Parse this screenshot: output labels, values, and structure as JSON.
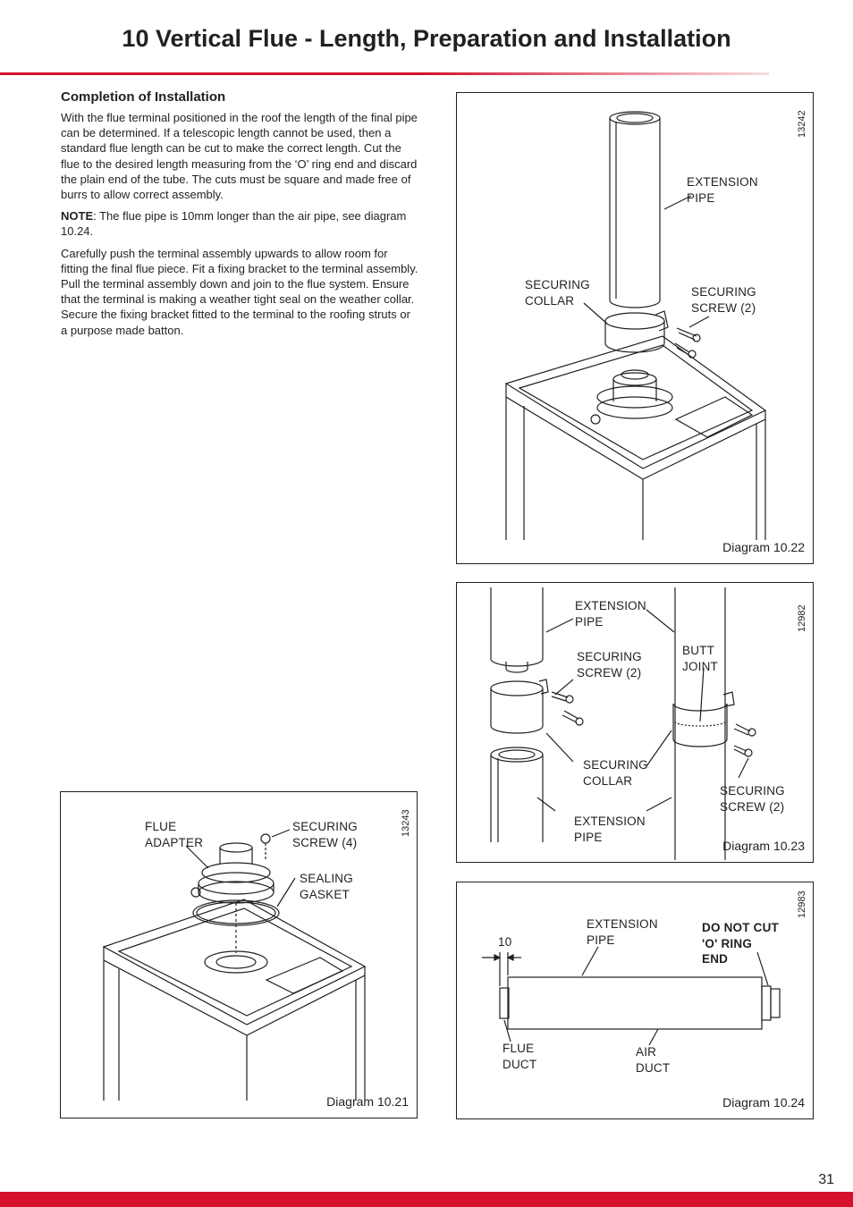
{
  "header": {
    "title": "10  Vertical Flue - Length, Preparation and Installation"
  },
  "section": {
    "heading": "Completion of Installation",
    "para1": "With the flue terminal positioned in the roof the length of the final pipe can be determined.  If a telescopic length cannot be used, then a standard flue length can be cut to make the correct length. Cut the flue to the desired length measuring from the ‘O’ ring end and discard the plain end of the tube. The cuts must be square and made free of burrs to allow correct assembly.",
    "note_label": "NOTE",
    "note_text": ": The flue pipe is 10mm longer than the air pipe, see diagram 10.24.",
    "para3": "Carefully push the terminal assembly upwards to allow room for fitting the final flue piece. Fit a fixing bracket to the terminal assembly. Pull the terminal assembly down and join to the flue system. Ensure that the terminal is making a weather tight seal on the weather collar. Secure the fixing bracket fitted to the terminal to the roofing struts or a purpose made batton."
  },
  "diagrams": {
    "d1022": {
      "caption": "Diagram 10.22",
      "ref": "13242",
      "labels": {
        "extension_pipe": "EXTENSION\nPIPE",
        "securing_collar": "SECURING\nCOLLAR",
        "securing_screw": "SECURING\nSCREW (2)"
      }
    },
    "d1023": {
      "caption": "Diagram 10.23",
      "ref": "12982",
      "labels": {
        "extension_pipe_top": "EXTENSION\nPIPE",
        "securing_screw_left": "SECURING\nSCREW (2)",
        "butt_joint": "BUTT\nJOINT",
        "securing_collar": "SECURING\nCOLLAR",
        "securing_screw_right": "SECURING\nSCREW (2)",
        "extension_pipe_bottom": "EXTENSION\nPIPE"
      }
    },
    "d1021": {
      "caption": "Diagram 10.21",
      "ref": "13243",
      "labels": {
        "flue_adapter": "FLUE\nADAPTER",
        "securing_screw": "SECURING\nSCREW (4)",
        "sealing_gasket": "SEALING\nGASKET"
      }
    },
    "d1024": {
      "caption": "Diagram 10.24",
      "ref": "12983",
      "labels": {
        "dimension": "10",
        "extension_pipe": "EXTENSION\nPIPE",
        "do_not_cut": "DO NOT CUT\n'O' RING\nEND",
        "flue_duct": "FLUE\nDUCT",
        "air_duct": "AIR\nDUCT"
      }
    }
  },
  "footer": {
    "page_number": "31"
  },
  "colors": {
    "accent": "#d4122e",
    "text": "#231f20"
  }
}
